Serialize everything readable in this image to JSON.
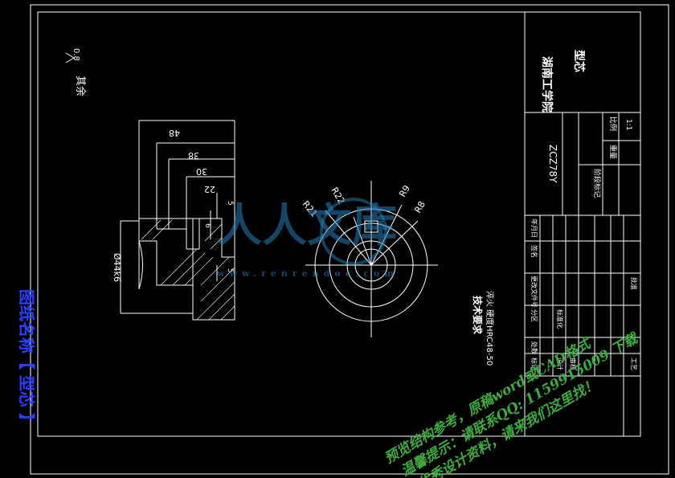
{
  "roughness": {
    "label": "其余",
    "value": "0.8"
  },
  "dimensions": {
    "d48": "48",
    "d38": "38",
    "d30": "30",
    "d22": "22",
    "d5a": "5",
    "d6": "6",
    "d5b": "5",
    "dia": "Ø44k6"
  },
  "radii": {
    "r21": "R21",
    "r22": "R22",
    "r9": "R9",
    "r8": "R8"
  },
  "title_block": {
    "school": "湖南工学院",
    "part": "型芯",
    "drawing_no": "ZCZ78Y",
    "scale_label": "比例",
    "scale": "1:1",
    "weight_label": "重量",
    "stage_label": "阶段标记",
    "row_headers": [
      "标记",
      "处数",
      "分区",
      "更改文件号",
      "签名",
      "年月日"
    ],
    "design": "设计",
    "standard": "标准化",
    "review": "审核",
    "process": "工艺",
    "approve": "批准"
  },
  "tech_req": {
    "heading": "技术要求",
    "line1": "淬火 硬度HRC48-50"
  },
  "watermark": {
    "brand": "人人文库",
    "url": "www.renrendoc.com"
  },
  "promo": {
    "line1": "预览结构参考，原稿word或CAD格式",
    "line2": "温馨提示：请联系QQ: 1159915009 下载",
    "line3": "优秀设计资料，请来我们这里找！"
  },
  "sidebar": {
    "text": "图纸名称【 型芯 】"
  }
}
